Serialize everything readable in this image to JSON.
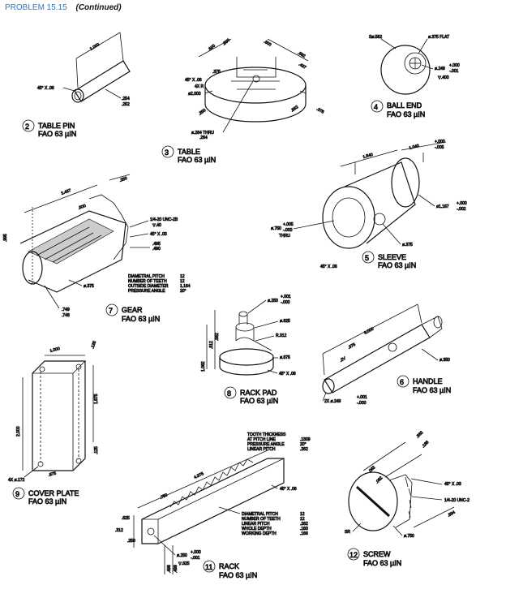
{
  "header": {
    "problem": "PROBLEM 15.15",
    "continued": "(Continued)"
  },
  "parts": [
    {
      "no": "2",
      "name": "TABLE PIN",
      "finish": "FAO 63 µIN"
    },
    {
      "no": "3",
      "name": "TABLE",
      "finish": "FAO 63 µIN"
    },
    {
      "no": "4",
      "name": "BALL END",
      "finish": "FAO 63 µIN"
    },
    {
      "no": "5",
      "name": "SLEEVE",
      "finish": "FAO 63 µIN"
    },
    {
      "no": "7",
      "name": "GEAR",
      "finish": "FAO 63 µIN"
    },
    {
      "no": "8",
      "name": "RACK PAD",
      "finish": "FAO 63 µIN"
    },
    {
      "no": "6",
      "name": "HANDLE",
      "finish": "FAO 63 µIN"
    },
    {
      "no": "9",
      "name": "COVER PLATE",
      "finish": "FAO 63 µIN"
    },
    {
      "no": "11",
      "name": "RACK",
      "finish": "FAO 63 µIN"
    },
    {
      "no": "12",
      "name": "SCREW",
      "finish": "FAO 63 µIN"
    }
  ],
  "pin": {
    "len": "1.000",
    "chamfer": "45° X .06",
    "dia1": ".254",
    "dia2": ".252"
  },
  "table": {
    "d1": ".500",
    "d2": ".500",
    "d3": ".562",
    "d4": ".437",
    "d5": ".562",
    "d6": ".375",
    "d7": ".375",
    "d8": ".250",
    "d9": ".500",
    "chamfer": "45° X .06",
    "rad": "4X R",
    "dia": "ø2.000",
    "thru1": "ø.264 THRU",
    "thru2": ".264"
  },
  "ball": {
    "sph": "Sø.562",
    "flat": "ø.375 FLAT",
    "hole": "ø.249",
    "tol_p": "+.000",
    "tol_m": "-.001",
    "depth": "▽.400"
  },
  "sleeve": {
    "len1": "1.540",
    "len2": "1.040",
    "tol_p": "+.000",
    "tol_m": "-.005",
    "od": "ø1.167",
    "od_p": "+.000",
    "od_m": "-.002",
    "bore": "ø.750",
    "bore_p": "+.005",
    "bore_m": "-.000",
    "thru": "THRU",
    "hole": "ø.375",
    "chamfer": "45° X .06"
  },
  "gear": {
    "len": "2.437",
    "a": ".500",
    "b": ".250",
    "thread": "1/4-20 UNC-2B",
    "depth": "▽.40",
    "chamfer": "45° X .03",
    "d1": ".495",
    "d2": ".490",
    "h": ".995",
    "hole": "ø.375",
    "od1": ".749",
    "od2": ".748",
    "spec": [
      {
        "k": "DIAMETRAL PITCH",
        "v": "12"
      },
      {
        "k": "NUMBER OF TEETH",
        "v": "12"
      },
      {
        "k": "OUTSIDE DIAMETER",
        "v": "1.164"
      },
      {
        "k": "PRESSURE ANGLE",
        "v": "20°"
      }
    ]
  },
  "rackpad": {
    "stem": "ø.250",
    "tol_p": "+.001",
    "tol_m": "-.000",
    "d625": "ø.625",
    "r": "R.312",
    "d875": "ø.875",
    "h1": ".562",
    "h2": ".812",
    "h3": "1.062",
    "chamfer": "45° X .06"
  },
  "handle": {
    "len": "6.000",
    "a": ".375",
    "b": ".2V",
    "dia": "ø.350",
    "ends": "2X ø.249",
    "tol_p": "+.001",
    "tol_m": "-.000"
  },
  "cover": {
    "w": "1.000",
    "top": ".125",
    "h": "1.875",
    "depth": "2.000",
    "bot": ".125",
    "inset": ".875",
    "holes": "4X ø.172"
  },
  "rack": {
    "len": "4.375",
    "a": ".750",
    "b": ".625",
    "c": ".312",
    "d": ".250",
    "hole": "ø.250",
    "tol_p": "+.000",
    "tol_m": "-.001",
    "depth": "▽.625",
    "e": ".498",
    "f": ".499",
    "chamfer": "45° X .06",
    "tooth": [
      {
        "k": "TOOTH THICKNESS",
        "v": ""
      },
      {
        "k": "AT PITCH LINE",
        "v": ".1309"
      },
      {
        "k": "PRESSURE ANGLE",
        "v": "20°"
      },
      {
        "k": "LINEAR PITCH",
        "v": ".262"
      }
    ],
    "spec": [
      {
        "k": "DIAMETRAL PITCH",
        "v": "12"
      },
      {
        "k": "NUMBER OF TEETH",
        "v": "12"
      },
      {
        "k": "LINEAR PITCH",
        "v": ".262"
      },
      {
        "k": "WHOLE DEPTH",
        "v": ".183"
      },
      {
        "k": "WORKING DEPTH",
        "v": ".166"
      }
    ]
  },
  "screw": {
    "d1": ".562",
    "d2": ".188",
    "d3": ".062",
    "d4": ".062",
    "chamfer": "45° X .03",
    "thread": "1/4-20 UNC-2",
    "len": ".594",
    "sr": "SR",
    "dia": "ø.750"
  }
}
